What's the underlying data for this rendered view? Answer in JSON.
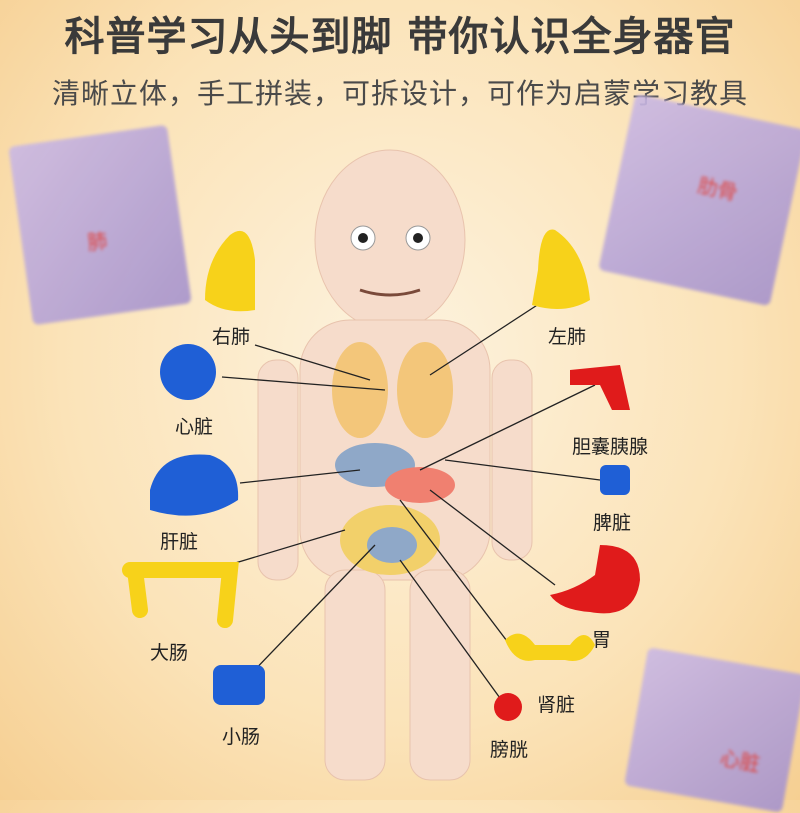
{
  "header": {
    "title": "科普学习从头到脚 带你认识全身器官",
    "subtitle": "清晰立体，手工拼装，可拆设计，可作为启蒙学习教具"
  },
  "cards": [
    {
      "label": "肺"
    },
    {
      "label": "肋骨"
    },
    {
      "label": "心脏"
    }
  ],
  "labels": {
    "right_lung": "右肺",
    "left_lung": "左肺",
    "heart": "心脏",
    "gallbladder_pancreas": "胆囊胰腺",
    "liver": "肝脏",
    "spleen": "脾脏",
    "stomach": "胃",
    "large_intestine": "大肠",
    "kidney": "肾脏",
    "small_intestine": "小肠",
    "bladder": "膀胱"
  },
  "colors": {
    "yellow": "#f7d21a",
    "blue": "#1f5fd6",
    "red": "#e01b1b",
    "skin": "#f6dccb"
  }
}
